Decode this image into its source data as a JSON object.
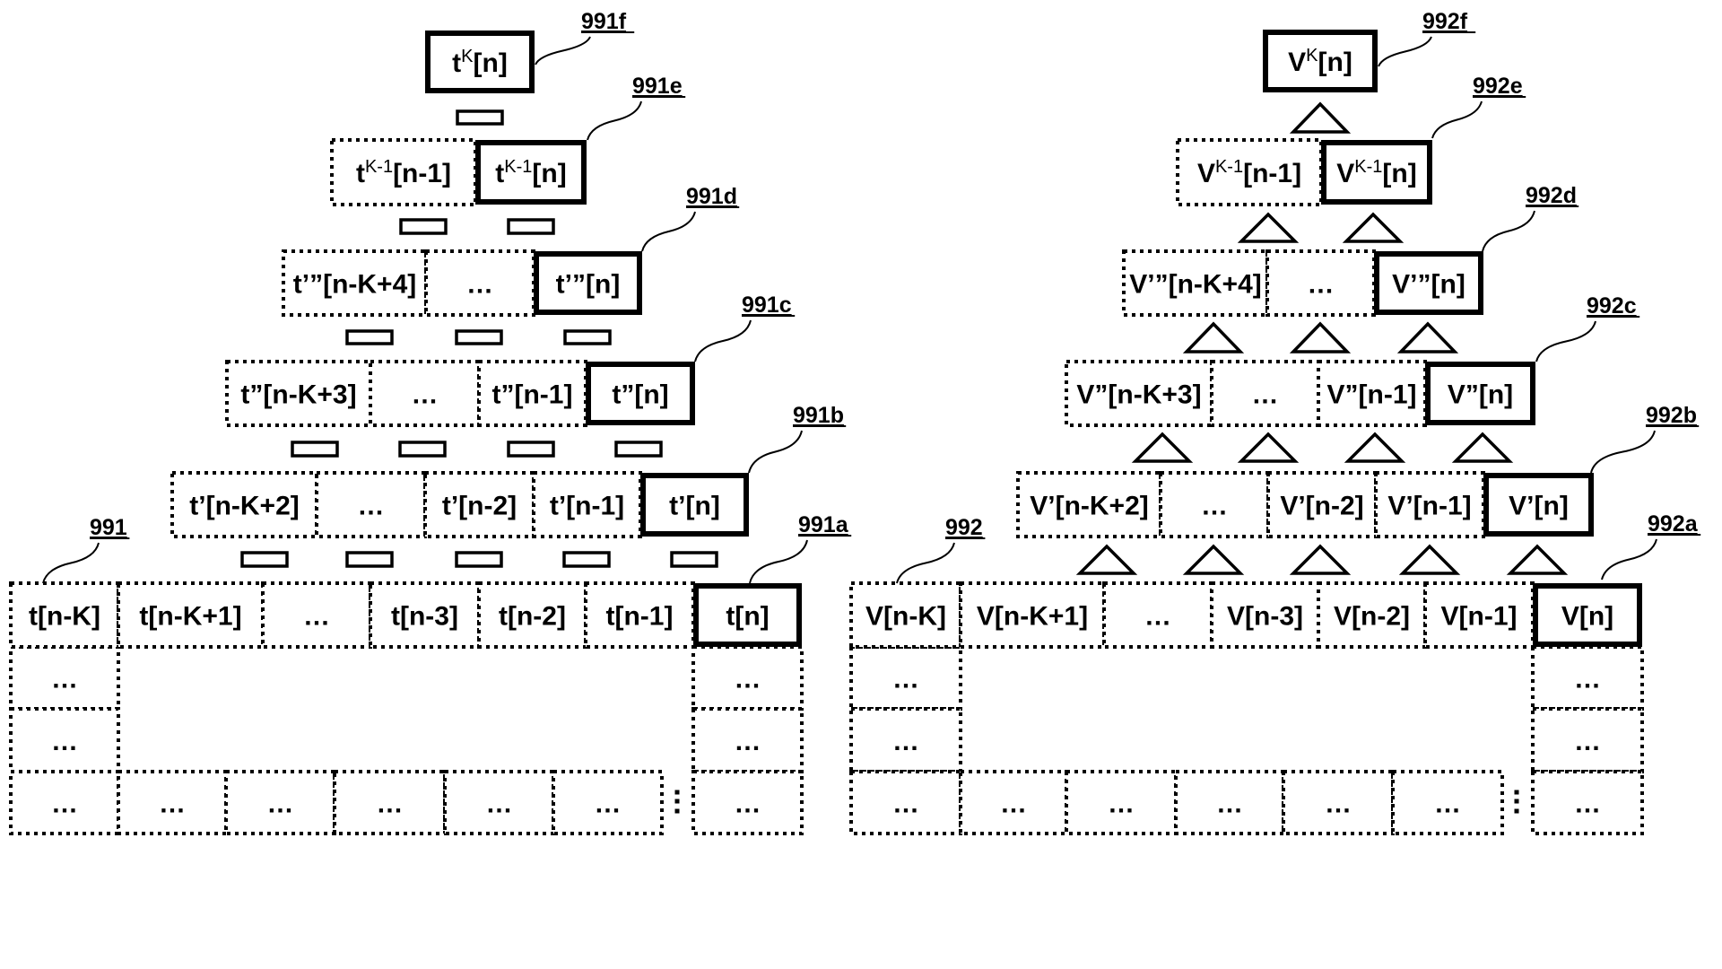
{
  "figure": {
    "left": {
      "id_label": "991",
      "connector_shape": "rectangle",
      "levels": [
        {
          "ref": "991a",
          "cells": [
            "t[n-K]",
            "t[n-K+1]",
            "…",
            "t[n-3]",
            "t[n-2]",
            "t[n-1]",
            "t[n]"
          ]
        },
        {
          "ref": "991b",
          "cells": [
            "t’[n-K+2]",
            "…",
            "t’[n-2]",
            "t’[n-1]",
            "t’[n]"
          ]
        },
        {
          "ref": "991c",
          "cells": [
            "t”[n-K+3]",
            "…",
            "t”[n-1]",
            "t”[n]"
          ]
        },
        {
          "ref": "991d",
          "cells": [
            "t’”[n-K+4]",
            "…",
            "t’”[n]"
          ]
        },
        {
          "ref": "991e",
          "cells": [
            {
              "base": "t",
              "sup": "K-1",
              "idx": "[n-1]"
            },
            {
              "base": "t",
              "sup": "K-1",
              "idx": "[n]"
            }
          ]
        },
        {
          "ref": "991f",
          "cells": [
            {
              "base": "t",
              "sup": "K",
              "idx": "[n]"
            }
          ]
        }
      ],
      "history_column_cells": [
        "…",
        "…",
        "…"
      ],
      "history_row_cells": [
        "…",
        "…",
        "…",
        "…",
        "…",
        "…"
      ],
      "latest_column_cells": [
        "…",
        "…",
        "…"
      ]
    },
    "right": {
      "id_label": "992",
      "connector_shape": "triangle",
      "levels": [
        {
          "ref": "992a",
          "cells": [
            "V[n-K]",
            "V[n-K+1]",
            "…",
            "V[n-3]",
            "V[n-2]",
            "V[n-1]",
            "V[n]"
          ]
        },
        {
          "ref": "992b",
          "cells": [
            "V’[n-K+2]",
            "…",
            "V’[n-2]",
            "V’[n-1]",
            "V’[n]"
          ]
        },
        {
          "ref": "992c",
          "cells": [
            "V”[n-K+3]",
            "…",
            "V”[n-1]",
            "V”[n]"
          ]
        },
        {
          "ref": "992d",
          "cells": [
            "V’”[n-K+4]",
            "…",
            "V’”[n]"
          ]
        },
        {
          "ref": "992e",
          "cells": [
            {
              "base": "V",
              "sup": "K-1",
              "idx": "[n-1]"
            },
            {
              "base": "V",
              "sup": "K-1",
              "idx": "[n]"
            }
          ]
        },
        {
          "ref": "992f",
          "cells": [
            {
              "base": "V",
              "sup": "K",
              "idx": "[n]"
            }
          ]
        }
      ],
      "history_column_cells": [
        "…",
        "…",
        "…"
      ],
      "history_row_cells": [
        "…",
        "…",
        "…",
        "…",
        "…",
        "…"
      ],
      "latest_column_cells": [
        "…",
        "…",
        "…"
      ]
    },
    "colors": {
      "ink": "#000000",
      "background": "#ffffff"
    }
  }
}
